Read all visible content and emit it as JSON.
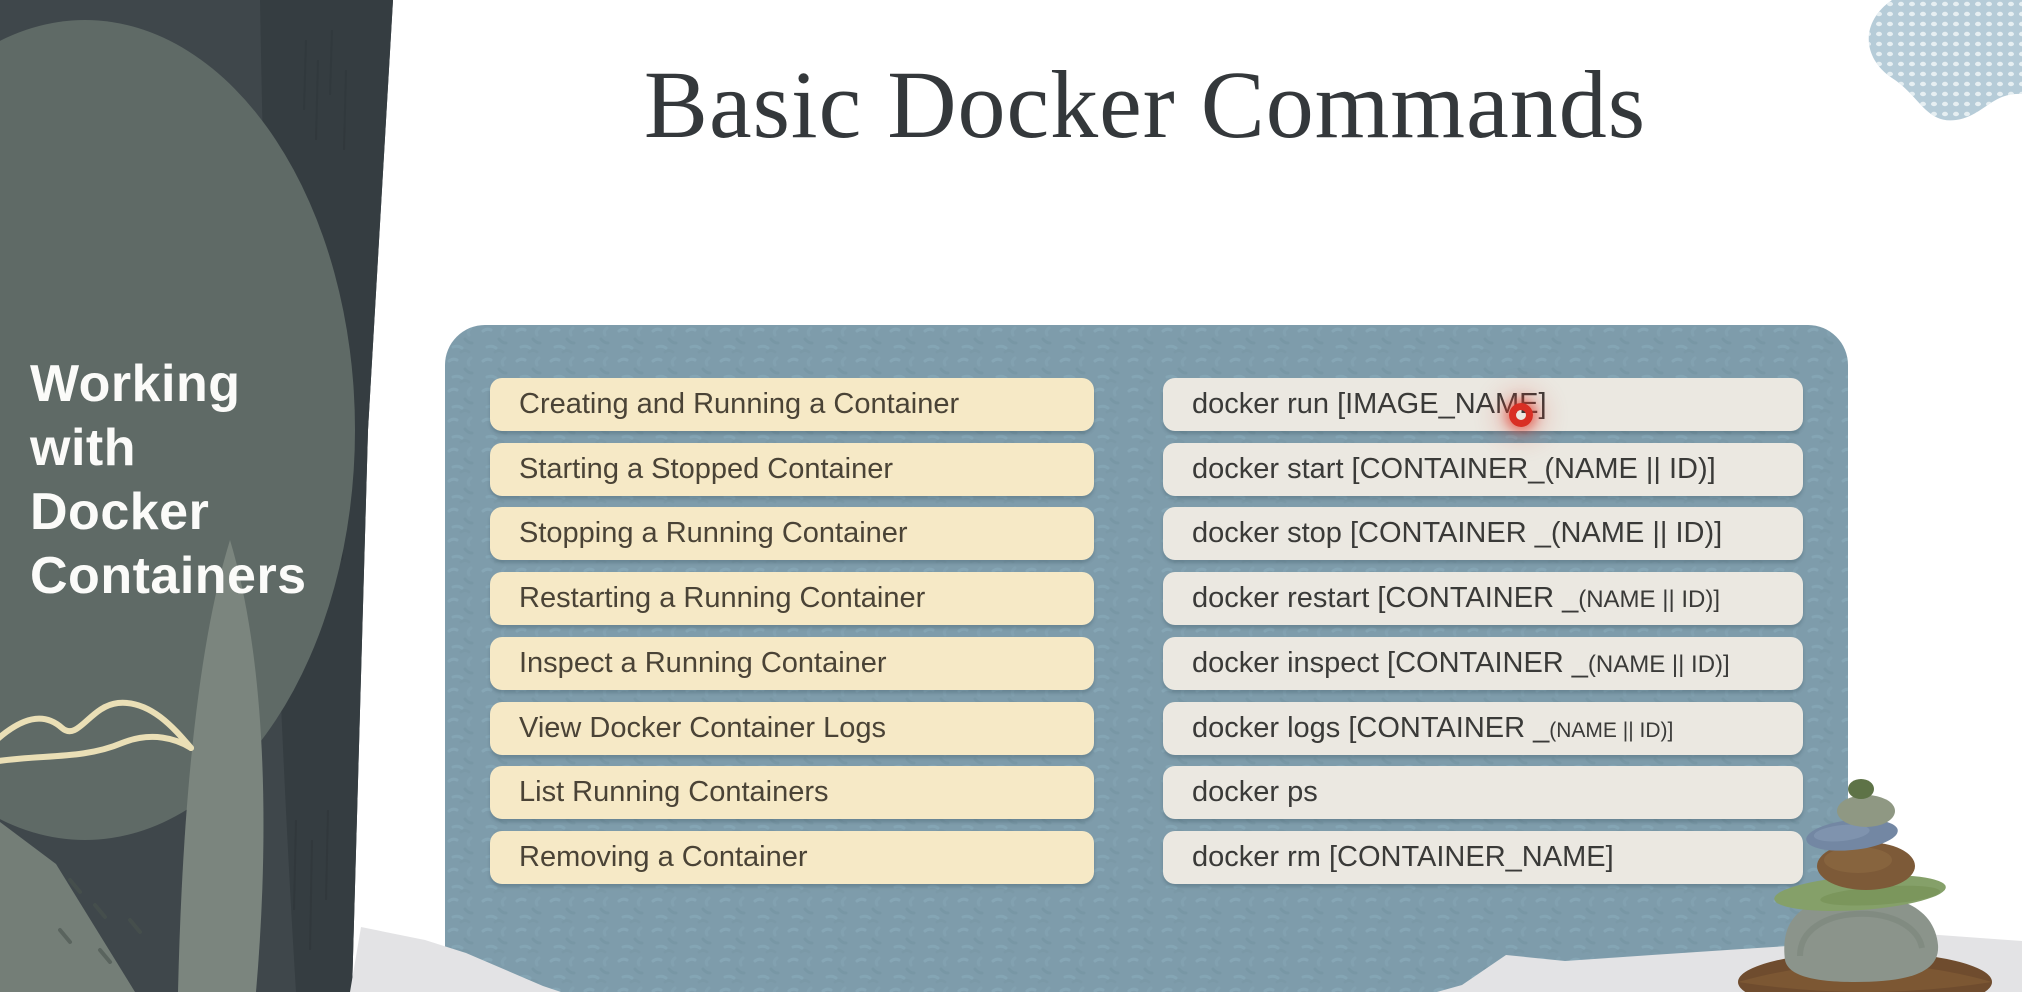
{
  "slide": {
    "title": "Basic Docker Commands",
    "sidebar_title": "Working\nwith\nDocker\nContainers"
  },
  "table": {
    "rows": [
      {
        "label": "Creating and Running a Container",
        "cmd": "docker run [IMAGE_NAME]",
        "cmd_small": ""
      },
      {
        "label": "Starting a Stopped Container",
        "cmd": "docker start [CONTAINER_(NAME || ID)]",
        "cmd_small": ""
      },
      {
        "label": "Stopping a Running Container",
        "cmd": "docker stop [CONTAINER _(NAME || ID)]",
        "cmd_small": ""
      },
      {
        "label": "Restarting a Running Container",
        "cmd": "docker restart [CONTAINER _",
        "cmd_small": "(NAME || ID)]"
      },
      {
        "label": "Inspect a Running Container",
        "cmd": "docker inspect [CONTAINER _",
        "cmd_small": "(NAME || ID)]"
      },
      {
        "label": "View Docker Container Logs",
        "cmd": "docker logs [CONTAINER _",
        "cmd_small": "(NAME || ID)]"
      },
      {
        "label": "List Running Containers",
        "cmd": "docker ps",
        "cmd_small": ""
      },
      {
        "label": "Removing a Container",
        "cmd": "docker rm [CONTAINER_NAME]",
        "cmd_small": ""
      }
    ]
  },
  "icons": {
    "click_indicator": "red-click-ring",
    "top_right": "dotted-blob",
    "bottom_right": "stone-cairn",
    "sidebar_line": "squiggle-line"
  },
  "colors": {
    "panel_blue": "#7e9cab",
    "task_pill": "#f6e9c6",
    "command_pill": "#ebe8e1",
    "sidebar_dark": "#3f474b",
    "sidebar_mid": "#5f6a66",
    "title_text": "#34383b",
    "click_red": "#d92f24",
    "blob_blue": "#b6ccd8",
    "wave_gray": "#e3e3e5"
  }
}
